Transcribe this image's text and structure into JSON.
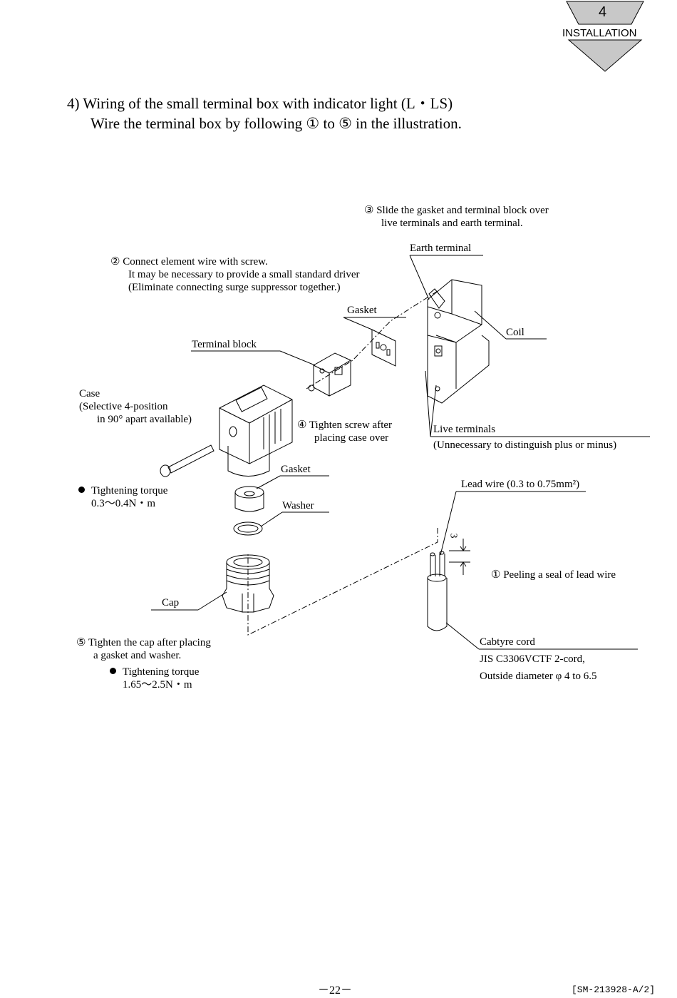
{
  "badge": {
    "number": "4",
    "section": "INSTALLATION"
  },
  "heading": {
    "line1": "4)  Wiring of the small terminal box with indicator light (L・LS)",
    "line2": "Wire the terminal box by following  ①  to  ⑤  in the illustration."
  },
  "labels": {
    "step3_line1": "③  Slide the gasket and terminal block over",
    "step3_line2": "live terminals and earth terminal.",
    "earth_terminal": "Earth terminal",
    "step2_line1": "②  Connect element wire with screw.",
    "step2_line2": "It may be necessary to provide a small standard driver",
    "step2_line3": "(Eliminate connecting surge suppressor together.)",
    "gasket_top": "Gasket",
    "coil": "Coil",
    "terminal_block": "Terminal block",
    "case_line1": "Case",
    "case_line2": "(Selective 4-position",
    "case_line3": "in 90°  apart available)",
    "step4_line1": "④  Tighten screw after",
    "step4_line2": "placing case over",
    "live_terminals": "Live terminals",
    "live_note": "(Unnecessary to distinguish plus or minus)",
    "gasket_mid": "Gasket",
    "torque1_label": "Tightening torque",
    "torque1_value": "0.3～0.4N・m",
    "lead_wire": "Lead wire (0.3 to 0.75mm²)",
    "washer": "Washer",
    "dim_3": "3",
    "step1": "①  Peeling a seal of lead wire",
    "cap": "Cap",
    "step5_line1": "⑤  Tighten the cap after placing",
    "step5_line2": "a gasket and washer.",
    "torque2_label": "Tightening torque",
    "torque2_value": "1.65～2.5N・m",
    "cabtyre_cord": "Cabtyre cord",
    "cord_spec1": "JIS C3306VCTF 2-cord,",
    "cord_spec2": "Outside diameter   φ 4 to 6.5"
  },
  "footer": {
    "page": "－22－",
    "doc_code": "[SM-213928-A/2]"
  }
}
